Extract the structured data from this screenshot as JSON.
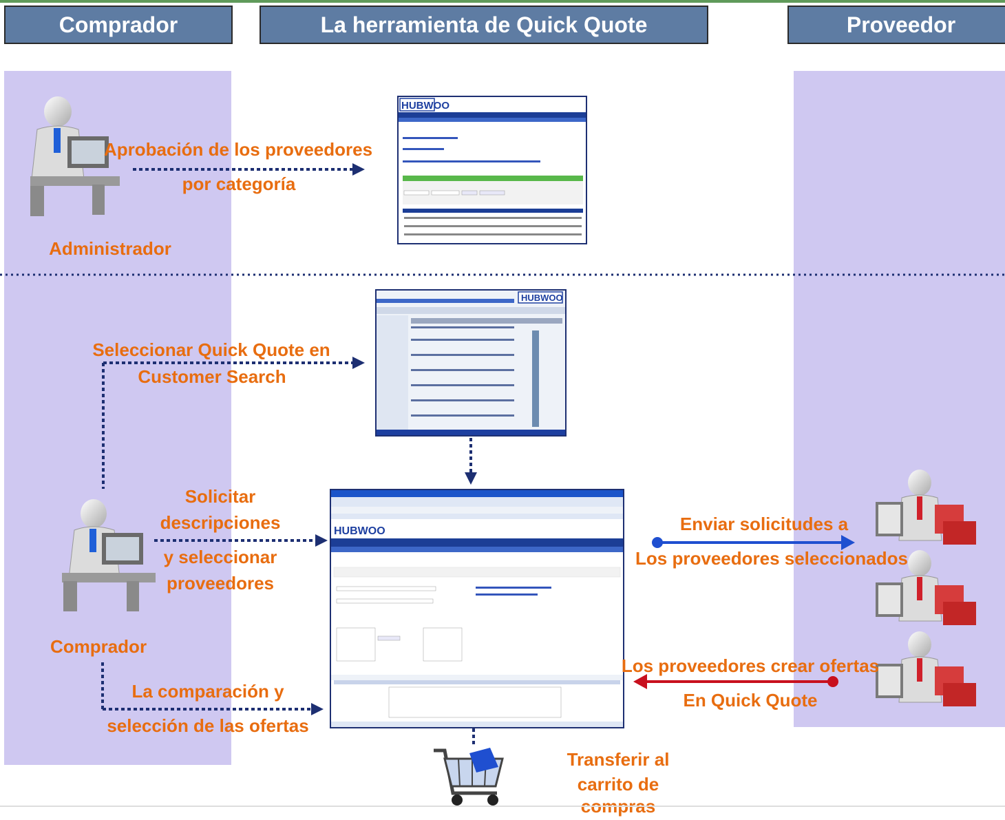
{
  "headers": {
    "buyer": "Comprador",
    "tool": "La herramienta de Quick Quote",
    "supplier": "Proveedor"
  },
  "labels": {
    "approval_l1": "Aprobación de los proveedores",
    "approval_l2": "por categoría",
    "administrator": "Administrador",
    "select_qq_l1": "Seleccionar Quick Quote en",
    "select_qq_l2": "Customer Search",
    "request_l1": "Solicitar",
    "request_l2": "descripciones",
    "request_l3": "y  seleccionar",
    "request_l4": "proveedores",
    "buyer_person": "Comprador",
    "compare_l1": "La comparación y",
    "compare_l2": "selección de las ofertas",
    "send_l1": "Enviar solicitudes a",
    "send_l2": "Los proveedores seleccionados",
    "offers_l1": "Los proveedores crear ofertas",
    "offers_l2": "En Quick Quote",
    "transfer_l1": "Transferir al",
    "transfer_l2": "carrito de",
    "transfer_l3": "compras"
  },
  "screens": {
    "admin_logo": "HUBWOO",
    "search_logo": "HUBWOO",
    "request_logo": "HUBWOO"
  },
  "colors": {
    "header_bg": "#5e7ca3",
    "lane_bg": "#cfc8f1",
    "label_orange": "#e86d10",
    "arrow_navy": "#1d2f72",
    "arrow_blue": "#1f4fd0",
    "arrow_red": "#c8101e"
  }
}
